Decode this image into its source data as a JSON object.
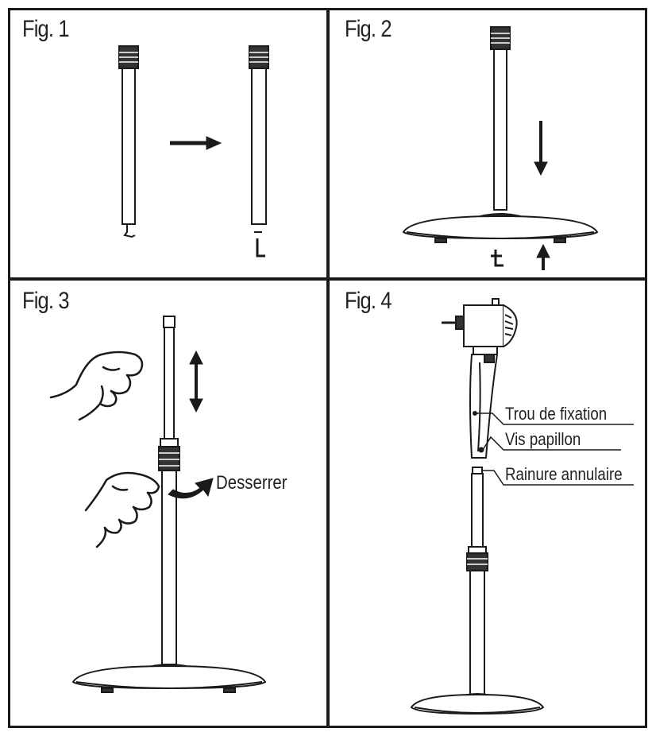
{
  "figures": {
    "fig1": {
      "label": "Fig. 1"
    },
    "fig2": {
      "label": "Fig. 2"
    },
    "fig3": {
      "label": "Fig. 3",
      "loosen_label": "Desserrer"
    },
    "fig4": {
      "label": "Fig. 4",
      "fixing_hole_label": "Trou de fixation",
      "wing_screw_label": "Vis papillon",
      "ring_groove_label": "Rainure annulaire"
    }
  },
  "colors": {
    "line": "#1a1a1a",
    "fill": "#ffffff",
    "dark": "#333333"
  }
}
